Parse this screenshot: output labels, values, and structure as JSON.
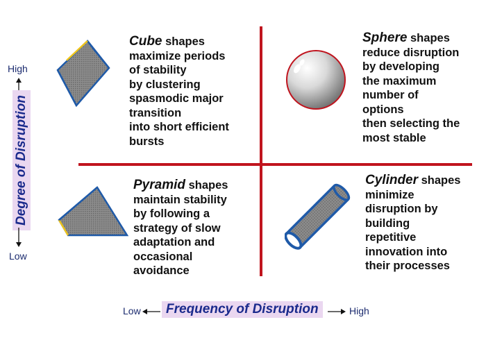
{
  "quadrants": {
    "cube": {
      "keyword": "Cube",
      "lines": [
        " shapes",
        "maximize periods",
        "of stability",
        "by clustering",
        "spasmodic major",
        "transition",
        "into short efficient",
        "bursts"
      ]
    },
    "sphere": {
      "keyword": "Sphere",
      "lines": [
        " shapes",
        "reduce disruption",
        "by developing",
        "the maximum",
        "number of",
        "options",
        "then selecting the",
        "most stable"
      ]
    },
    "pyramid": {
      "keyword": "Pyramid",
      "lines": [
        " shapes",
        "maintain stability",
        "by following a",
        "strategy of slow",
        "adaptation and",
        "occasional",
        "avoidance"
      ]
    },
    "cylinder": {
      "keyword": "Cylinder",
      "lines": [
        " shapes",
        "minimize",
        "disruption by",
        "building",
        "repetitive",
        "innovation into",
        "their processes"
      ]
    }
  },
  "y_axis": {
    "title": "Degree of Disruption",
    "high": "High",
    "low": "Low"
  },
  "x_axis": {
    "title": "Frequency of Disruption",
    "low": "Low",
    "high": "High"
  },
  "colors": {
    "divider": "#c0141e",
    "axis_title_bg": "#ead7f0",
    "axis_title_text": "#1a2a8c",
    "shape_outline": "#1f5aa8",
    "shape_edge_highlight": "#f0c419",
    "sphere_outline": "#c0141e"
  }
}
